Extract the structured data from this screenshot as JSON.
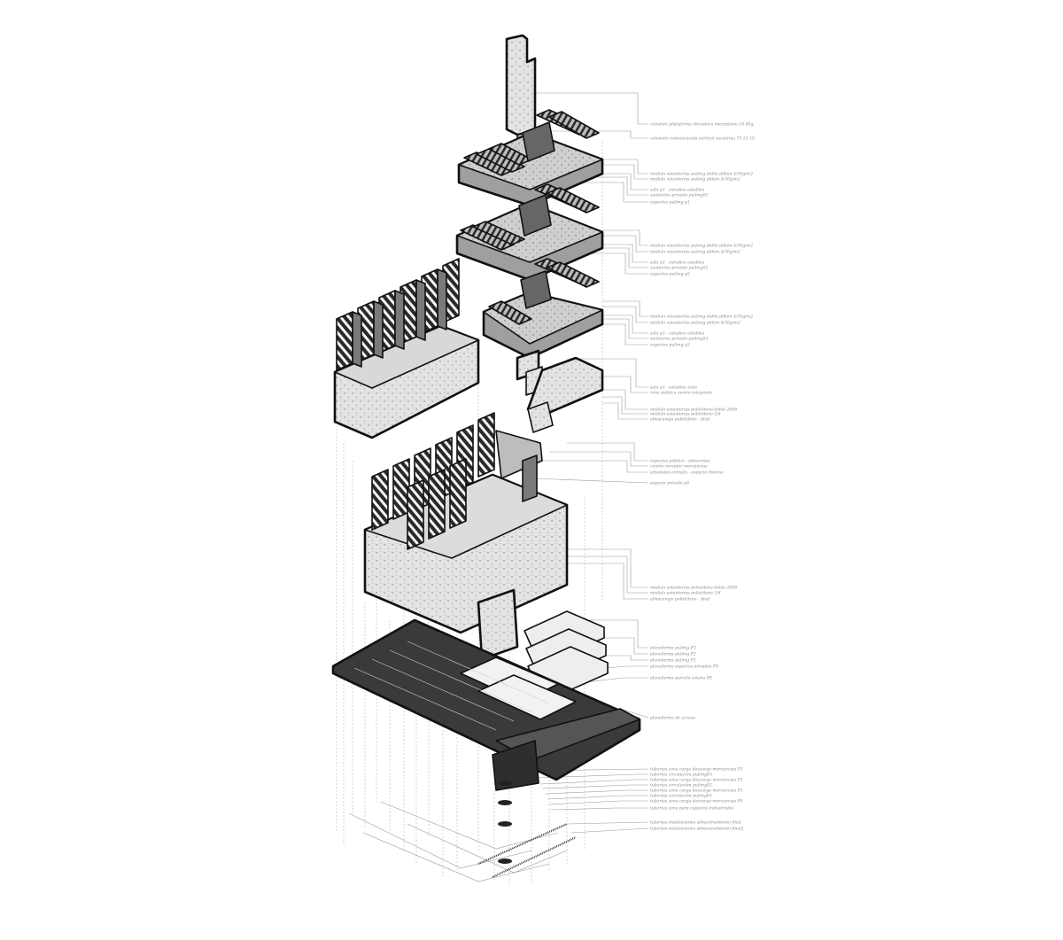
{
  "labels": [
    "volumen plataforma elevadora mecanismo 18 00g",
    "volumen comunicación vertical escaleras 75 15 15",
    "módulo estanterías pulimg doble pilkim 4/30g/m2",
    "módulo estanterías pulimg pilkim 4/30g/m2",
    "sala p1 - estudios estables",
    "sanitarios privado pulimg01",
    "espacios pulimg p1",
    "módulo estanterías pulimg doble pilkim 4/30g/m2",
    "módulo estanterías pulimg pilkim 4/30g/m2",
    "sala p2 - estudios estables",
    "sanitarios privado pulimg02",
    "espacios pulimg p2",
    "módulo estanterías pulimg doble pilkim 4/30g/m2",
    "módulo estanterías pulimg pilkim 4/30g/m2",
    "sala p3 - estudios estables",
    "sanitarios privado pulimg03",
    "espacios pulimg p3",
    "sala p3 - estudios zona",
    "zona pública centro integrado",
    "módulo estanterías polietileno doble 2606",
    "módulo estanterías polietileno 2/6",
    "almacenaje polietileno - final",
    "espacios público - almacenes",
    "centro receptor mercancías",
    "sitiodatos entrada - espacio diverso",
    "espacio privado p0",
    "módulo estanterías polietileno doble 2606",
    "módulo estanterías polietileno 2/6",
    "almacenaje polietileno - final",
    "planoforma pulimg P3",
    "planoforma pulimg P2",
    "planoforma pulimg P1",
    "planoforma espacios privados P0",
    "planoforma parcela sótano P0",
    "planoforma de acceso",
    "tuberías zona carga descarga mercancías P3",
    "tuberías circulación pulimg03",
    "tuberías zona carga descarga mercancías P2",
    "tuberías circulación pulimg02",
    "tuberías zona carga descarga mercancías P1",
    "tuberías circulación pulimg01",
    "tuberías zona carga descarga mercancías P0",
    "tuberías zona para espacios industriales",
    "tuberías instalaciones almacenamiento final",
    "tuberías instalaciones almacenamiento final2"
  ],
  "colors": {
    "dark": "#2b2b2b",
    "mid": "#8c8c8c",
    "light": "#d9d9d9",
    "stipple": "#e4e4e4",
    "edge": "#111111"
  }
}
